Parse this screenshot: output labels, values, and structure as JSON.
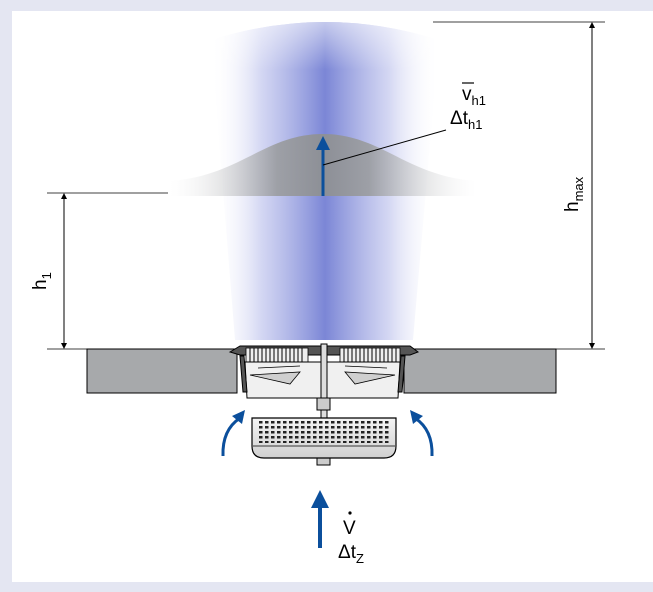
{
  "labels": {
    "h1": {
      "base": "h",
      "sub": "1"
    },
    "hmax": {
      "base": "h",
      "sub": "max"
    },
    "v_h1": {
      "base": "v",
      "sub": "h1"
    },
    "dt_h1": {
      "base": "Δt",
      "sub": "h1"
    },
    "v_dot": "V",
    "dt_z": {
      "base": "Δt",
      "sub": "Z"
    }
  },
  "colors": {
    "background": "#e4e6f2",
    "panel": "#ffffff",
    "plume_blue": "#7b86d6",
    "arrow_blue": "#0b4f9c",
    "slab": "#a7a9ab"
  }
}
